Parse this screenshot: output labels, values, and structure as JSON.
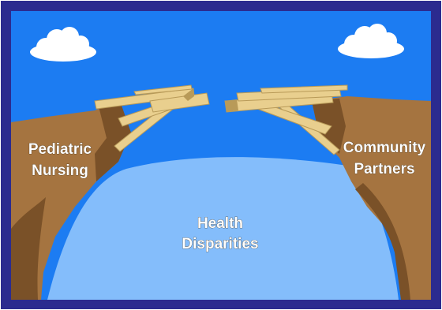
{
  "labels": {
    "left_cliff": [
      "Pediatric",
      "Nursing"
    ],
    "right_cliff": [
      "Community",
      "Partners"
    ],
    "gap": [
      "Health",
      "Disparities"
    ]
  },
  "colors": {
    "frame_border": "#2b2b8f",
    "sky": "#1c7cf2",
    "chasm": "#84bdfb",
    "rock_light": "#a57440",
    "rock_dark": "#7a5128",
    "plank": "#e9cf8e",
    "plank_dark": "#b89a58",
    "cloud": "#ffffff"
  }
}
